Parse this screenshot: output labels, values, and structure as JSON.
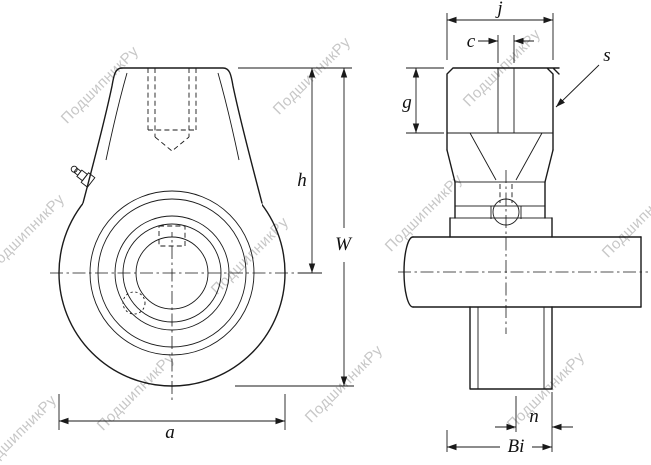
{
  "page": {
    "background": "#ffffff"
  },
  "drawing": {
    "line_color": "#1a1a1a",
    "type": "hanger-bearing-unit-two-view-technical-drawing",
    "views": [
      {
        "id": "front-view",
        "dimension_labels": [
          "h",
          "W",
          "a"
        ]
      },
      {
        "id": "side-view",
        "dimension_labels": [
          "j",
          "c",
          "s",
          "g",
          "n",
          "Bi"
        ]
      }
    ]
  },
  "labels": {
    "h": "h",
    "W": "W",
    "a": "a",
    "j": "j",
    "c": "c",
    "s": "s",
    "g": "g",
    "n": "n",
    "Bi": "Bi"
  },
  "watermark": {
    "text": "ПодшипникРу",
    "color": "#c7c7c7"
  }
}
